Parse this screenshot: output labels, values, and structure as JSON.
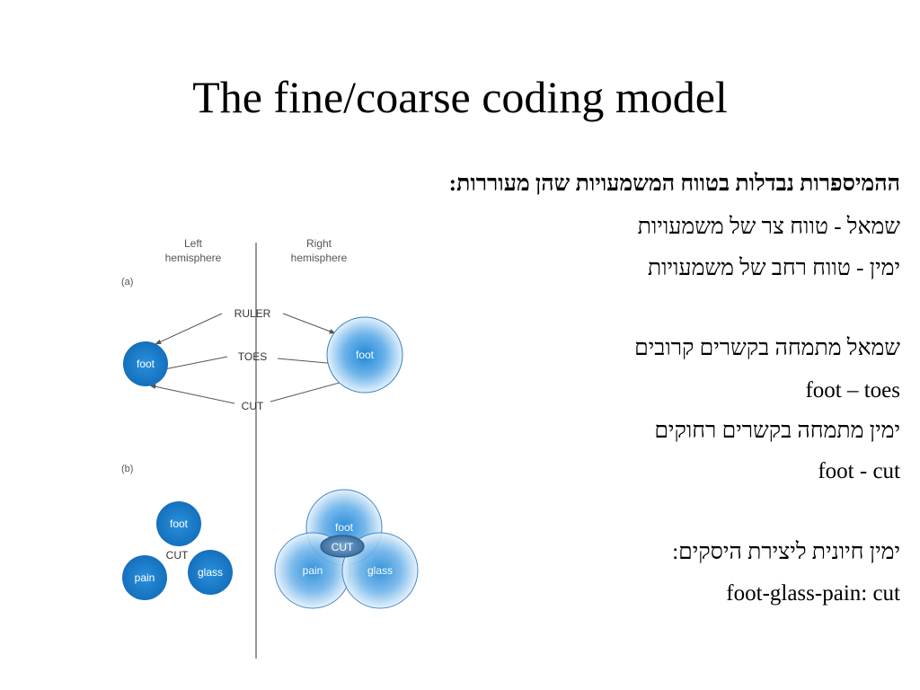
{
  "slide": {
    "title": "The fine/coarse coding model",
    "lines": [
      "ההמיספרות נבדלות בטווח המשמעויות שהן מעוררות:",
      "שמאל - טווח צר של משמעויות",
      "ימין  - טווח רחב של משמעויות",
      "שמאל מתמחה בקשרים קרובים",
      "foot – toes",
      "ימין מתמחה בקשרים רחוקים",
      "foot - cut",
      "ימין חיונית ליצירת היסקים:",
      "foot-glass-pain: cut"
    ]
  },
  "diagram": {
    "left_header": [
      "Left",
      "hemisphere"
    ],
    "right_header": [
      "Right",
      "hemisphere"
    ],
    "panel_a": {
      "label": "(a)",
      "words": [
        "RULER",
        "TOES",
        "CUT"
      ],
      "left_node": "foot",
      "right_node": "foot"
    },
    "panel_b": {
      "label": "(b)",
      "left_nodes": [
        "foot",
        "pain",
        "glass"
      ],
      "left_center": "CUT",
      "right_nodes": [
        "foot",
        "pain",
        "glass"
      ],
      "right_center": "CUT"
    },
    "colors": {
      "node_fill": "#1a7fd0",
      "node_light": "#d8ecfb",
      "line": "#555555"
    }
  }
}
